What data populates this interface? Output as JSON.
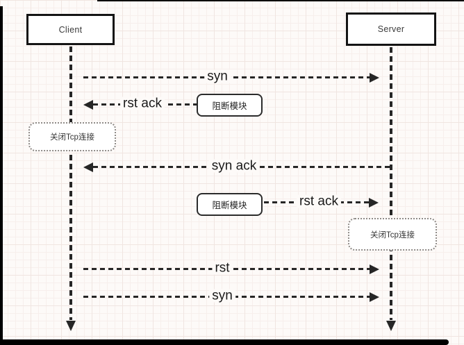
{
  "actors": {
    "client": {
      "label": "Client"
    },
    "server": {
      "label": "Server"
    }
  },
  "messages": [
    {
      "label": "syn",
      "direction": "right",
      "from": "client",
      "to": "server"
    },
    {
      "label": "rst ack",
      "direction": "left",
      "from": "blocking-module",
      "to": "client"
    },
    {
      "label": "syn ack",
      "direction": "left",
      "from": "server",
      "to": "client"
    },
    {
      "label": "rst ack",
      "direction": "right",
      "from": "blocking-module",
      "to": "server"
    },
    {
      "label": "rst",
      "direction": "right",
      "from": "client",
      "to": "server"
    },
    {
      "label": "syn",
      "direction": "right",
      "from": "client",
      "to": "server"
    }
  ],
  "modules": [
    {
      "label": "阻断模块"
    },
    {
      "label": "阻断模块"
    }
  ],
  "notes": [
    {
      "label": "关闭Tcp连接"
    },
    {
      "label": "关闭Tcp连接"
    }
  ],
  "colors": {
    "background": "#fdfaf8",
    "line": "#262626",
    "frame": "#000000"
  }
}
